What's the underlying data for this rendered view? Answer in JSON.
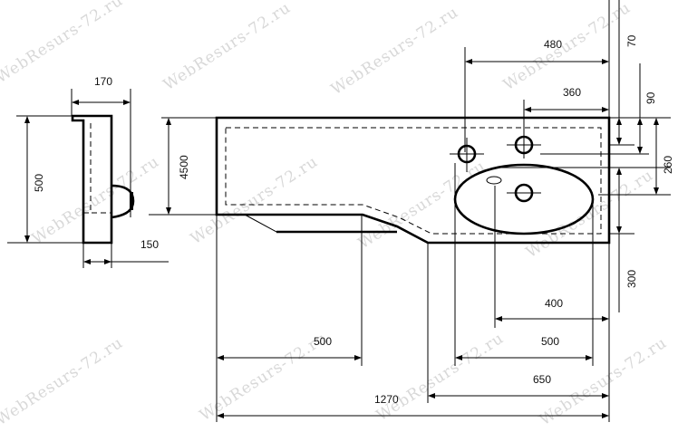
{
  "watermark": {
    "text": "WebResurs-72.ru",
    "color": "#d8d8d8"
  },
  "colors": {
    "line": "#000000",
    "background": "#ffffff"
  },
  "side_view": {
    "width_label": "170",
    "height_label": "500",
    "depth_label": "150"
  },
  "front_view": {
    "height_label": "4500",
    "tap_offset_480": "480",
    "tap_offset_360": "360",
    "offset_70": "70",
    "offset_90": "90",
    "offset_260": "260",
    "offset_300": "300",
    "bowl_offset_400": "400",
    "bowl_width_500": "500",
    "left_width_500": "500",
    "right_width_650": "650",
    "total_width": "1270"
  }
}
